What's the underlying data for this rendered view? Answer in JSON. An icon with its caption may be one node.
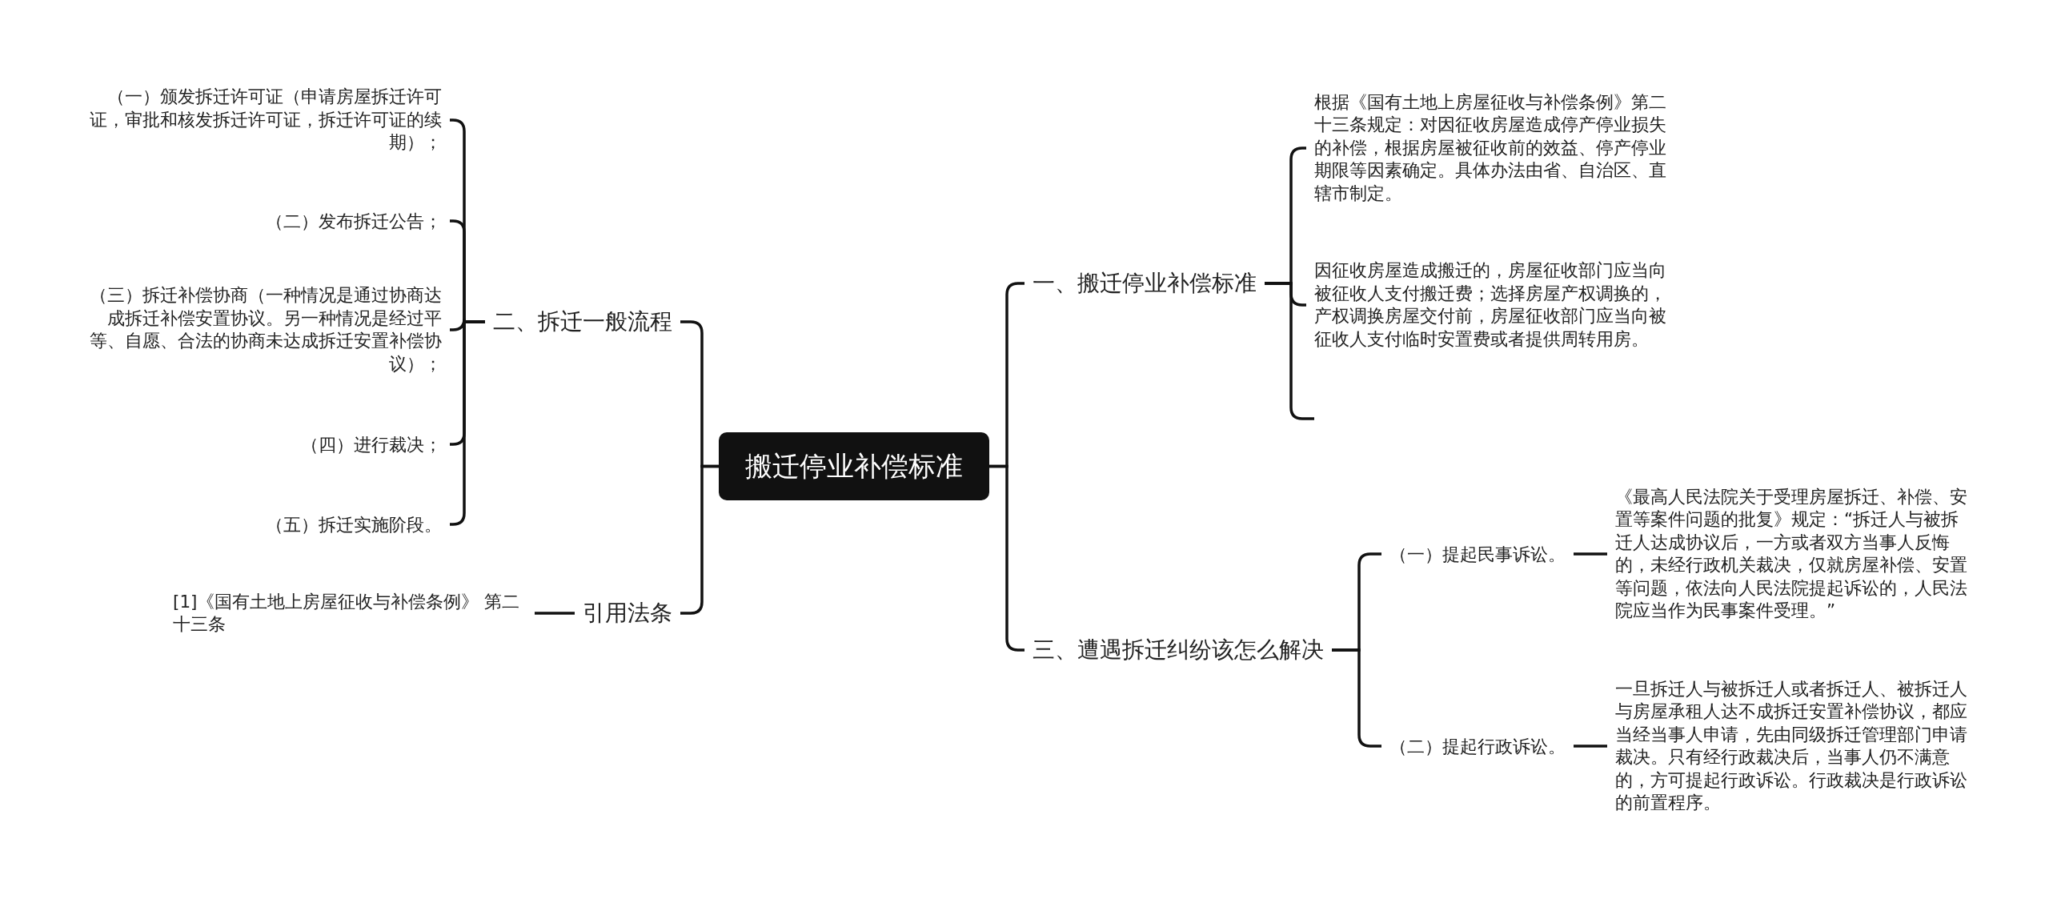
{
  "diagram": {
    "nodes": [
      {
        "text": [
          "搬迁停业补偿标准"
        ]
      },
      {
        "text": [
          "二、拆迁一般流程"
        ]
      },
      {
        "text": [
          "（一）颁发拆迁许可证（申请房屋拆迁许可证，审批和核发拆迁许可证，拆迁许可证的续期）；"
        ]
      },
      {
        "text": [
          "（二）发布拆迁公告；"
        ]
      },
      {
        "text": [
          "（三）拆迁补偿协商（一种情况是通过协商达成拆迁补偿安置协议。另一种情况是经过平等、自愿、合法的协商未达成拆迁安置补偿协议）；"
        ]
      },
      {
        "text": [
          "（四）进行裁决；"
        ]
      },
      {
        "text": [
          "（五）拆迁实施阶段。"
        ]
      },
      {
        "text": [
          "引用法条"
        ]
      },
      {
        "text": [
          "[1]《国有土地上房屋征收与补偿条例》 第二十三条"
        ]
      },
      {
        "text": [
          "一、搬迁停业补偿标准"
        ]
      },
      {
        "text": [
          "根据《国有土地上房屋征收与补偿条例》第二十三条规定：对因征收房屋造成停产停业损失的补偿，根据房屋被征收前的效益、停产停业期限等因素确定。具体办法由省、自治区、直辖市制定。"
        ]
      },
      {
        "text": [
          "因征收房屋造成搬迁的，房屋征收部门应当向被征收人支付搬迁费；选择房屋产权调换的，产权调换房屋交付前，房屋征收部门应当向被征收人支付临时安置费或者提供周转用房。"
        ]
      },
      {
        "text": [
          "三、遭遇拆迁纠纷该怎么解决"
        ]
      },
      {
        "text": [
          "（一）提起民事诉讼。"
        ]
      },
      {
        "text": [
          "《最高人民法院关于受理房屋拆迁、补偿、安置等案件问题的批复》规定：“拆迁人与被拆迁人达成协议后，一方或者双方当事人反悔的，未经行政机关裁决，仅就房屋补偿、安置等问题，依法向人民法院提起诉讼的，人民法院应当作为民事案件受理。”"
        ]
      },
      {
        "text": [
          "（二）提起行政诉讼。"
        ]
      },
      {
        "text": [
          "一旦拆迁人与被拆迁人或者拆迁人、被拆迁人与房屋承租人达不成拆迁安置补偿协议，都应当经当事人申请，先由同级拆迁管理部门申请裁决。只有经行政裁决后，当事人仍不满意的，方可提起行政诉讼。行政裁决是行政诉讼的前置程序。"
        ]
      }
    ],
    "edges": [
      {
        "from": 0,
        "to": 1,
        "arrow": "none"
      },
      {
        "from": 1,
        "to": 2,
        "arrow": "none"
      },
      {
        "from": 1,
        "to": 3,
        "arrow": "none"
      },
      {
        "from": 1,
        "to": 4,
        "arrow": "none"
      },
      {
        "from": 1,
        "to": 5,
        "arrow": "none"
      },
      {
        "from": 1,
        "to": 6,
        "arrow": "none"
      },
      {
        "from": 0,
        "to": 7,
        "arrow": "none"
      },
      {
        "from": 7,
        "to": 8,
        "arrow": "none"
      },
      {
        "from": 0,
        "to": 9,
        "arrow": "none"
      },
      {
        "from": 9,
        "to": 10,
        "arrow": "none"
      },
      {
        "from": 9,
        "to": 11,
        "arrow": "none"
      },
      {
        "from": 9,
        "to": null,
        "arrow": "none"
      },
      {
        "from": 0,
        "to": 12,
        "arrow": "none"
      },
      {
        "from": 12,
        "to": 13,
        "arrow": "none"
      },
      {
        "from": 13,
        "to": 14,
        "arrow": "none"
      },
      {
        "from": 12,
        "to": 15,
        "arrow": "none"
      },
      {
        "from": 15,
        "to": 16,
        "arrow": "none"
      }
    ]
  }
}
